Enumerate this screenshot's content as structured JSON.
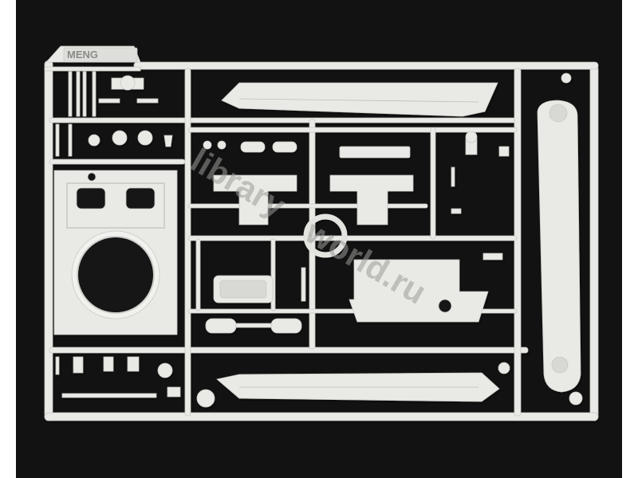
{
  "photo": {
    "subject": "plastic model kit sprue",
    "brand_logo_text": "MENG",
    "watermark_text": "libraryworld.ru",
    "colors": {
      "background": "#121212",
      "plastic": "#e9e9e6",
      "plastic_shade": "#cfcfcb",
      "page_border": "#ffffff"
    }
  }
}
